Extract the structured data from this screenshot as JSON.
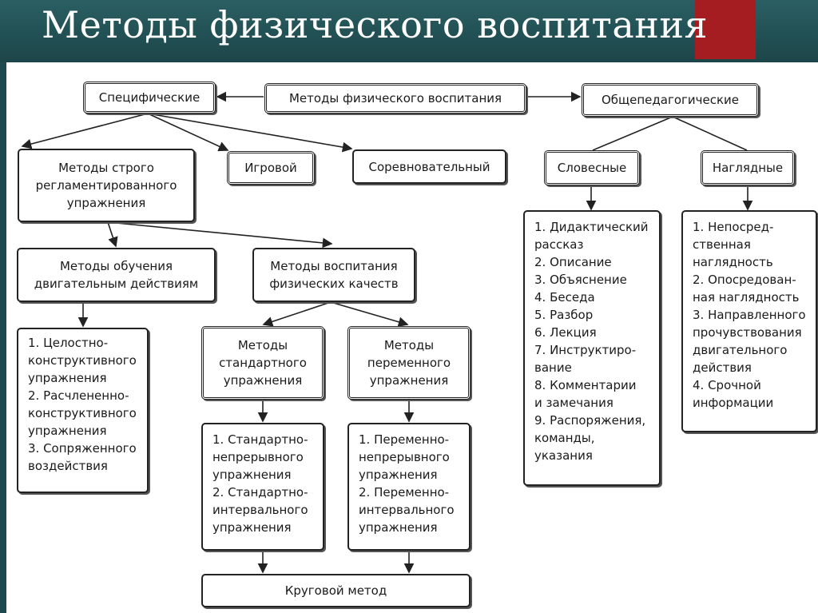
{
  "title": "Методы физического воспитания",
  "diagram": {
    "root": "Методы физического воспитания",
    "specific": "Специфические",
    "general": "Общепедагогические",
    "strict": "Методы строго\nрегламентированного\nупражнения",
    "game": "Игровой",
    "competitive": "Соревновательный",
    "verbal": "Словесные",
    "visual": "Наглядные",
    "teaching": "Методы обучения\nдвигательным действиям",
    "qualities": "Методы воспитания\nфизических качеств",
    "standard": "Методы\nстандартного\nупражнения",
    "variable": "Методы\nпеременного\nупражнения",
    "circuit": "Круговой метод",
    "teaching_list": [
      "1. Целостно-\nконструктивного\nупражнения",
      "2. Расчлененно-\nконструктивного\nупражнения",
      "3. Сопряженного\nвоздействия"
    ],
    "standard_list": [
      "1. Стандартно-\nнепрерывного\nупражнения",
      "2. Стандартно-\nинтервального\nупражнения"
    ],
    "variable_list": [
      "1. Переменно-\nнепрерывного\nупражнения",
      "2. Переменно-\nинтервального\nупражнения"
    ],
    "verbal_list": [
      "1. Дидактический\nрассказ",
      "2. Описание",
      "3. Объяснение",
      "4. Беседа",
      "5. Разбор",
      "6. Лекция",
      "7. Инструктиро-\nвание",
      "8. Комментарии\nи замечания",
      "9. Распоряжения,\nкоманды,\nуказания"
    ],
    "visual_list": [
      "1. Непосред-\nственная\nнаглядность",
      "2. Опосредован-\nная наглядность",
      "3. Направленного\nпрочувствования\nдвигательного\nдействия",
      "4. Срочной\nинформации"
    ]
  },
  "colors": {
    "header_bg": "#1d4a4e",
    "accent": "#a51d21",
    "canvas": "#ffffff",
    "ink": "#1a1a1a"
  }
}
